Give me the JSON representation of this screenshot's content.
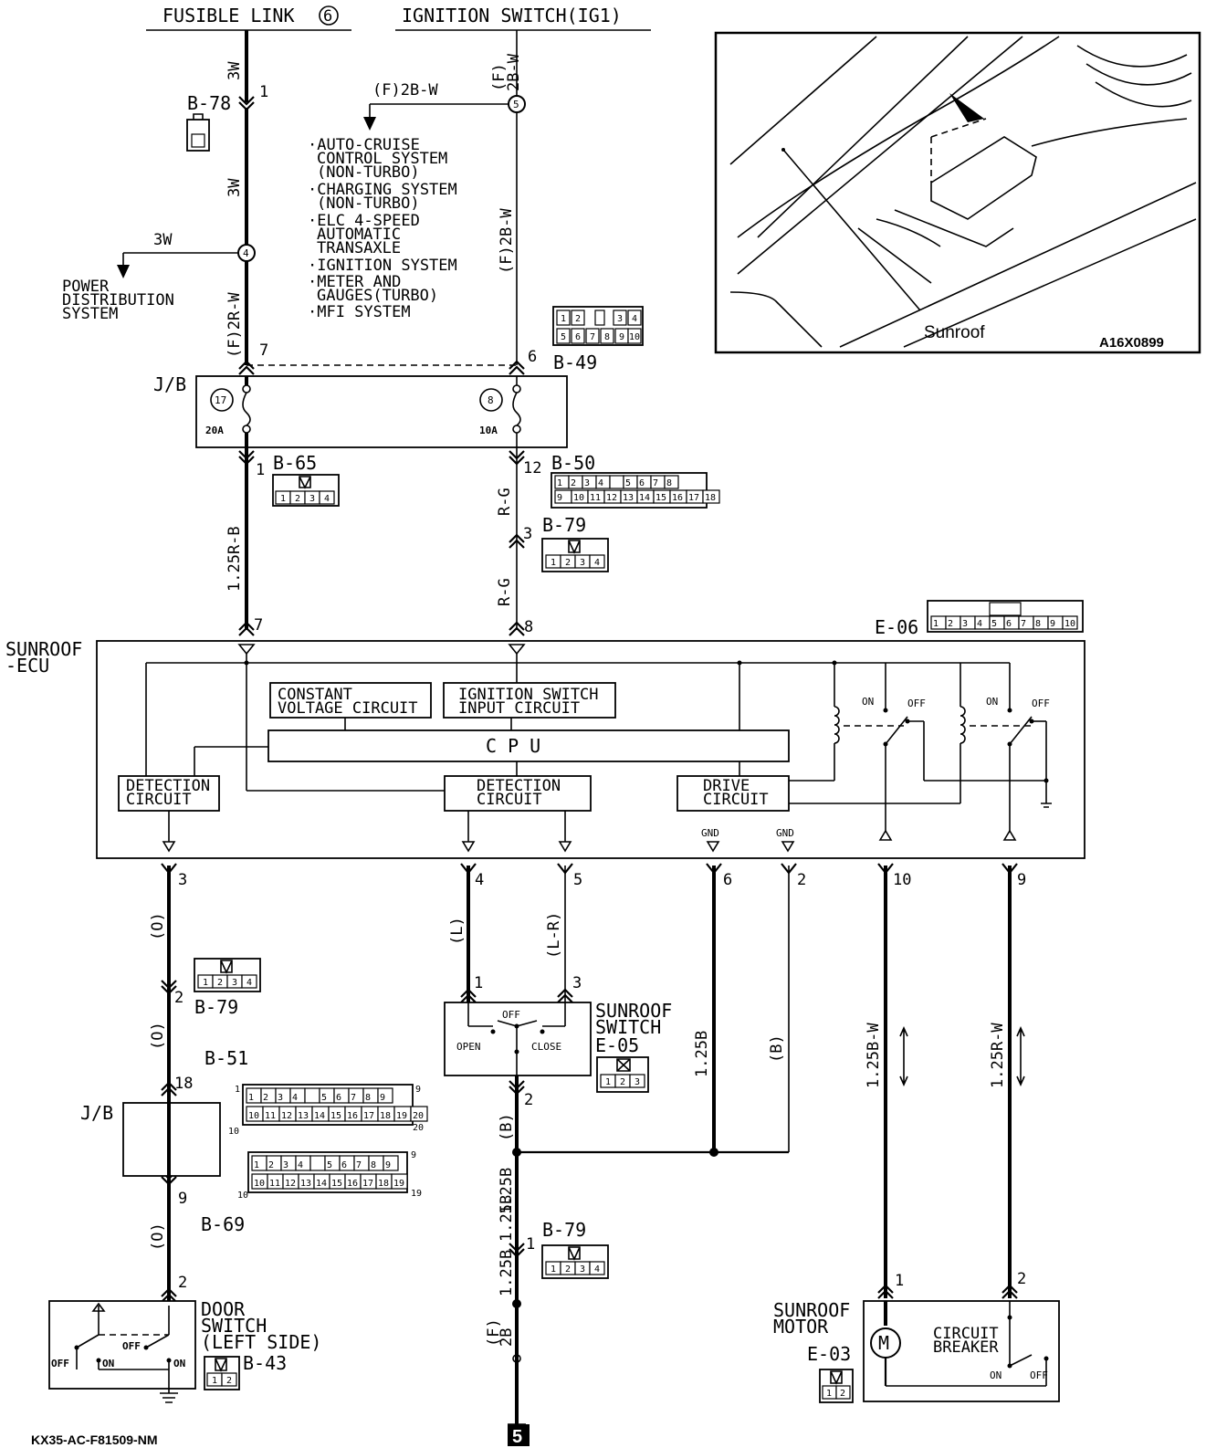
{
  "top": {
    "fusible_link": "FUSIBLE LINK",
    "fusible_link_num": "6",
    "ignition_switch": "IGNITION SWITCH(IG1)"
  },
  "wires": {
    "w3w_a": "3W",
    "w3w_b": "3W",
    "w3w_c": "3W",
    "f2rw": "(F)2R-W",
    "f2bw_top_a": "(F)",
    "f2bw_top_b": "2B-W",
    "f2bw_branch": "(F)2B-W",
    "f2bw_mid": "(F)2B-W",
    "r125b": "1.25R-B",
    "rg_a": "R-G",
    "rg_b": "R-G",
    "o_a": "(O)",
    "o_b": "(O)",
    "o_c": "(O)",
    "l": "(L)",
    "lr": "(L-R)",
    "b125": "1.25B",
    "b_paren": "(B)",
    "b_paren2": "(B)",
    "b125_2": "1.25B",
    "b125_3": "1.25B",
    "b125_4": "1.25B",
    "f2b_a": "(F)",
    "f2b_b": "2B",
    "bw125": "1.25B-W",
    "rw125": "1.25R-W"
  },
  "connectors": {
    "b78": "B-78",
    "b49": "B-49",
    "b65": "B-65",
    "b50": "B-50",
    "b79_a": "B-79",
    "b79_b": "B-79",
    "b79_c": "B-79",
    "e06": "E-06",
    "b51": "B-51",
    "b69": "B-69",
    "b43": "B-43",
    "e05": "E-05",
    "e03": "E-03"
  },
  "pins": {
    "p1_top": "1",
    "p7_top": "7",
    "p6_top": "6",
    "p1_b65": "1",
    "p12": "12",
    "p3_b79": "3",
    "p7_ecu": "7",
    "p8_ecu": "8",
    "e3": "3",
    "e4": "4",
    "e5": "5",
    "e6": "6",
    "e2": "2",
    "e10": "10",
    "e9": "9",
    "b79_2": "2",
    "jb_18": "18",
    "jb_9": "9",
    "door_2": "2",
    "sw_1": "1",
    "sw_3": "3",
    "sw_2": "2",
    "b79_1": "1",
    "m1": "1",
    "m2": "2",
    "b51_1": "1",
    "b51_9": "9",
    "b51_10": "10",
    "b51_20": "20",
    "b69_9": "9",
    "b69_10": "10",
    "b69_19": "19"
  },
  "splices": {
    "s5": "5",
    "s4": "4"
  },
  "junction_block": {
    "label": "J/B",
    "fuse17": "17",
    "fuse17_rating": "20A",
    "fuse8": "8",
    "fuse8_rating": "10A"
  },
  "branch_text": {
    "power_dist": [
      "POWER",
      "DISTRIBUTION",
      "SYSTEM"
    ],
    "systems": [
      "·AUTO-CRUISE",
      "CONTROL SYSTEM",
      "(NON-TURBO)",
      "·CHARGING SYSTEM",
      "(NON-TURBO)",
      "·ELC 4-SPEED",
      "AUTOMATIC",
      "TRANSAXLE",
      "·IGNITION SYSTEM",
      "·METER AND",
      "GAUGES(TURBO)",
      "·MFI SYSTEM"
    ]
  },
  "ecu": {
    "title_a": "SUNROOF",
    "title_b": "-ECU",
    "const_a": "CONSTANT",
    "const_b": "VOLTAGE CIRCUIT",
    "ign_a": "IGNITION SWITCH",
    "ign_b": "INPUT CIRCUIT",
    "cpu": "C P U",
    "det_a": "DETECTION",
    "det_b": "CIRCUIT",
    "det2_a": "DETECTION",
    "det2_b": "CIRCUIT",
    "drive_a": "DRIVE",
    "drive_b": "CIRCUIT",
    "gnd_a": "GND",
    "gnd_b": "GND",
    "on_a": "ON",
    "off_a": "OFF",
    "on_b": "ON",
    "off_b": "OFF"
  },
  "sunroof_switch": {
    "title_a": "SUNROOF",
    "title_b": "SWITCH",
    "off": "OFF",
    "open": "OPEN",
    "close": "CLOSE"
  },
  "jb2": {
    "label": "J/B"
  },
  "door_switch": {
    "title_a": "DOOR",
    "title_b": "SWITCH",
    "title_c": "(LEFT SIDE)",
    "off_a": "OFF",
    "on_a": "ON",
    "off_b": "OFF",
    "on_b": "ON"
  },
  "motor": {
    "title_a": "SUNROOF",
    "title_b": "MOTOR",
    "motor_symbol": "M",
    "cb_a": "CIRCUIT",
    "cb_b": "BREAKER",
    "on": "ON",
    "off": "OFF"
  },
  "inset": {
    "label": "Sunroof",
    "code": "A16X0899"
  },
  "footer": {
    "code": "KX35-AC-F81509-NM",
    "page": "5"
  }
}
